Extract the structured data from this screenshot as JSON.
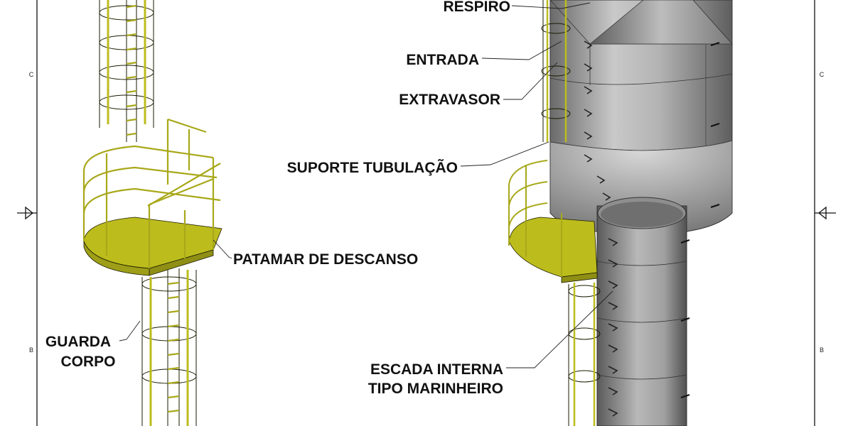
{
  "zone_labels": {
    "left_c": "C",
    "left_b": "B",
    "right_c": "C",
    "right_b": "B"
  },
  "callouts": {
    "respiro": "RESPIRO",
    "entrada": "ENTRADA",
    "extravasor": "EXTRAVASOR",
    "suporte_tubulacao": "SUPORTE TUBULAÇÃO",
    "patamar_de_descanso": "PATAMAR DE DESCANSO",
    "guarda_corpo_line1": "GUARDA",
    "guarda_corpo_line2": "CORPO",
    "escada_interna_line1": "ESCADA INTERNA",
    "escada_interna_line2": "TIPO MARINHEIRO"
  },
  "colors": {
    "ladder_yellow": "#c8c81f",
    "ladder_outline": "#1a1a00",
    "tank_steel_light": "#d4d4d4",
    "tank_steel_dark": "#6e6e6e",
    "frame": "#111111",
    "background": "#ffffff"
  }
}
